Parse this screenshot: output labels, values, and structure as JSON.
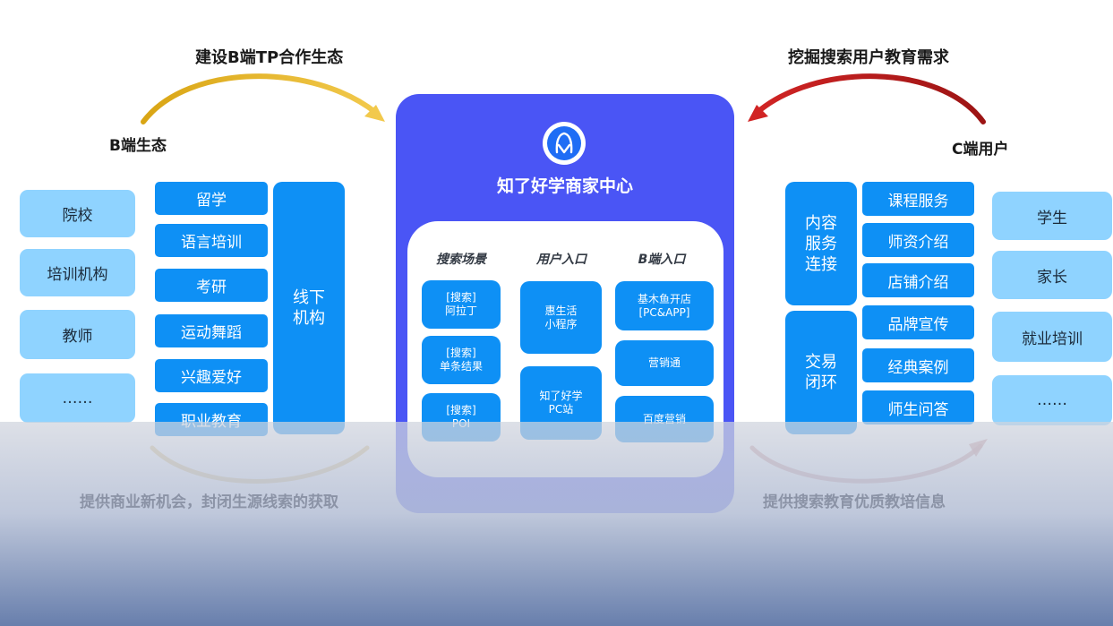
{
  "top": {
    "left_title": "建设B端TP合作生态",
    "right_title": "挖掘搜索用户教育需求"
  },
  "labels": {
    "b_eco": "B端生态",
    "c_user": "C端用户"
  },
  "left_light": [
    "院校",
    "培训机构",
    "教师",
    "……"
  ],
  "left_blue": [
    "留学",
    "语言培训",
    "考研",
    "运动舞蹈",
    "兴趣爱好",
    "职业教育"
  ],
  "left_tall": "线下\n机构",
  "center": {
    "title": "知了好学商家中心",
    "col_heads": [
      "搜索场景",
      "用户入口",
      "B端入口"
    ],
    "col1": [
      "[搜索]\n阿拉丁",
      "[搜索]\n单条结果",
      "[搜索]\nPOI"
    ],
    "col2": [
      "惠生活\n小程序",
      "知了好学\nPC站"
    ],
    "col3": [
      "基木鱼开店\n[PC&APP]",
      "营销通",
      "百度营销"
    ]
  },
  "right_tall": [
    "内容\n服务\n连接",
    "交易\n闭环"
  ],
  "right_blue": [
    "课程服务",
    "师资介绍",
    "店铺介绍",
    "品牌宣传",
    "经典案例",
    "师生问答"
  ],
  "right_light": [
    "学生",
    "家长",
    "就业培训",
    "……"
  ],
  "bottom": {
    "left_caption": "提供商业新机会，封闭生源线索的获取",
    "right_caption": "提供搜索教育优质教培信息"
  },
  "colors": {
    "center_panel": "#4a55f5",
    "blue_button": "#0e90f5",
    "light_pill": "#8fd3ff",
    "left_arrow": "#e6b21c",
    "right_arrow": "#c41a1a"
  }
}
